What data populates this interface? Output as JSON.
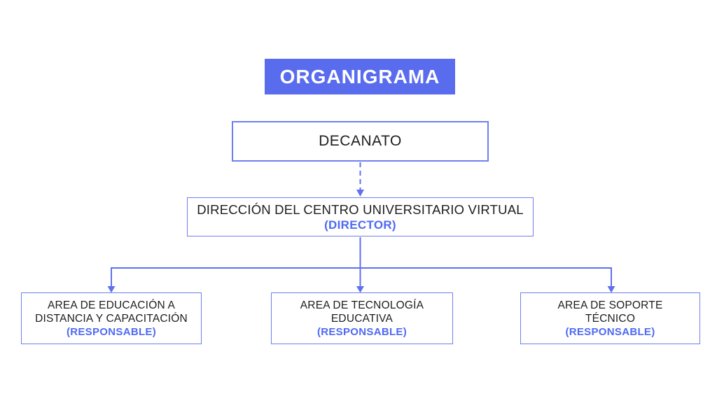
{
  "title": "ORGANIGRAMA",
  "colors": {
    "accent_fill": "#5a6cee",
    "box_border": "#6e7ff0",
    "connector_line": "#5f71ed",
    "role_text": "#4e6af3",
    "body_text": "#1d1d1d",
    "background": "#ffffff"
  },
  "root": {
    "label": "DECANATO"
  },
  "direction": {
    "name": "DIRECCIÓN DEL CENTRO UNIVERSITARIO VIRTUAL",
    "role": "(DIRECTOR)"
  },
  "areas": [
    {
      "line1": "AREA DE EDUCACIÓN A",
      "line2": "DISTANCIA Y CAPACITACIÓN",
      "role": "(RESPONSABLE)"
    },
    {
      "line1": "AREA DE TECNOLOGÍA",
      "line2": "EDUCATIVA",
      "role": "(RESPONSABLE)"
    },
    {
      "line1": "AREA DE SOPORTE",
      "line2": "TÉCNICO",
      "role": "(RESPONSABLE)"
    }
  ]
}
